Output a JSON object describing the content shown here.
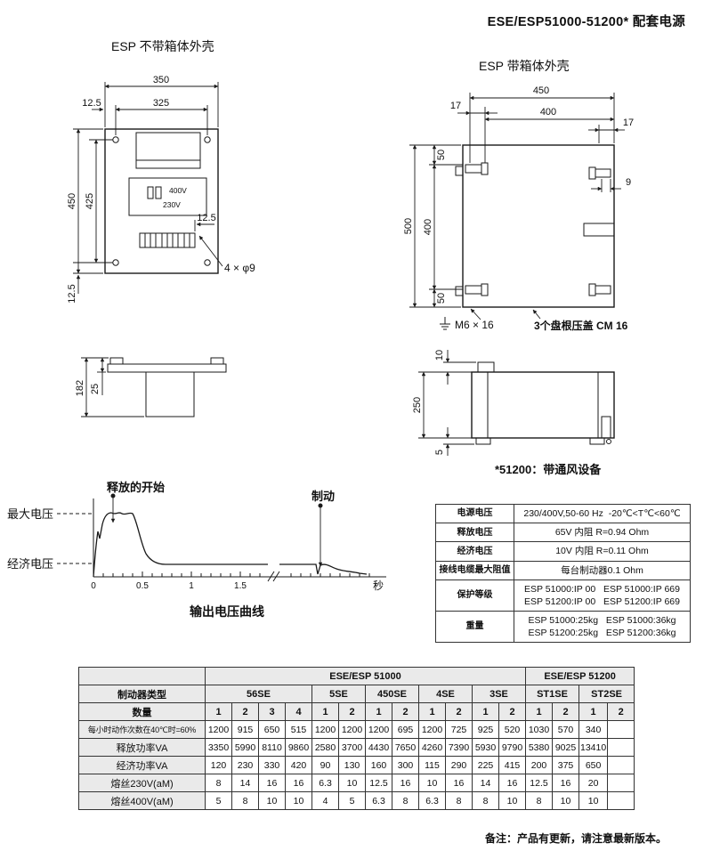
{
  "page": {
    "title": "ESE/ESP51000-51200* 配套电源",
    "footnote": "备注：产品有更新，请注意最新版本。"
  },
  "drawing_no_housing": {
    "title": "ESP 不带箱体外壳",
    "dim_350": "350",
    "dim_325": "325",
    "dim_12_5_top": "12.5",
    "dim_450": "450",
    "dim_425": "425",
    "dim_12_5_bottom": "12.5",
    "dim_12_5_terminal": "12.5",
    "label_holes": "4 × φ9",
    "label_400v": "400V",
    "label_230v": "230V",
    "side_dim_182": "182",
    "side_dim_25": "25"
  },
  "drawing_housing": {
    "title": "ESP 带箱体外壳",
    "dim_450": "450",
    "dim_400_top": "400",
    "dim_17_left": "17",
    "dim_17_right": "17",
    "dim_9": "9",
    "dim_500": "500",
    "dim_400_left": "400",
    "dim_50_top": "50",
    "dim_50_bottom": "50",
    "label_screw": "M6 × 16",
    "label_glands": "3个盘根压盖 CM 16",
    "side_dim_10": "10",
    "side_dim_250": "250",
    "side_dim_5": "5",
    "vent_note": "*51200：带通风设备"
  },
  "curve": {
    "label_release_start": "释放的开始",
    "label_brake": "制动",
    "label_max_voltage": "最大电压",
    "label_econ_voltage": "经济电压",
    "tick_0": "0",
    "tick_05": "0.5",
    "tick_1": "1",
    "tick_15": "1.5",
    "unit_seconds": "秒",
    "title": "输出电压曲线"
  },
  "spec_table": {
    "rows": [
      {
        "label": "电源电压",
        "lines": [
          "230/400V,50-60 Hz  -20℃<T℃<60℃"
        ]
      },
      {
        "label": "释放电压",
        "lines": [
          "65V 内阻 R=0.94 Ohm"
        ]
      },
      {
        "label": "经济电压",
        "lines": [
          "10V 内阻 R=0.11 Ohm"
        ]
      },
      {
        "label": "接线电缆最大阻值",
        "lines": [
          "每台制动器0.1 Ohm"
        ]
      },
      {
        "label": "保护等级",
        "lines": [
          "ESP 51000:IP 00   ESP 51000:IP 669",
          "ESP 51200:IP 00   ESP 51200:IP 669"
        ]
      },
      {
        "label": "重量",
        "lines": [
          "ESP 51000:25kg   ESP 51000:36kg",
          "ESP 51200:25kg   ESP 51200:36kg"
        ]
      }
    ]
  },
  "main_table": {
    "group_headers": [
      {
        "label": "",
        "span": 1
      },
      {
        "label": "ESE/ESP 51000",
        "span": 12
      },
      {
        "label": "ESE/ESP 51200",
        "span": 4
      }
    ],
    "type_row_label": "制动器类型",
    "types": [
      {
        "label": "56SE",
        "span": 4
      },
      {
        "label": "5SE",
        "span": 2
      },
      {
        "label": "450SE",
        "span": 2
      },
      {
        "label": "4SE",
        "span": 2
      },
      {
        "label": "3SE",
        "span": 2
      },
      {
        "label": "ST1SE",
        "span": 2
      },
      {
        "label": "ST2SE",
        "span": 2
      }
    ],
    "qty_row_label": "数量",
    "quantities": [
      "1",
      "2",
      "3",
      "4",
      "1",
      "2",
      "1",
      "2",
      "1",
      "2",
      "1",
      "2",
      "1",
      "2",
      "1",
      "2"
    ],
    "rows": [
      {
        "label": "每小时动作次数在40℃时=60%",
        "values": [
          "1200",
          "915",
          "650",
          "515",
          "1200",
          "1200",
          "1200",
          "695",
          "1200",
          "725",
          "925",
          "520",
          "1030",
          "570",
          "340",
          ""
        ]
      },
      {
        "label": "释放功率VA",
        "values": [
          "3350",
          "5990",
          "8110",
          "9860",
          "2580",
          "3700",
          "4430",
          "7650",
          "4260",
          "7390",
          "5930",
          "9790",
          "5380",
          "9025",
          "13410",
          ""
        ]
      },
      {
        "label": "经济功率VA",
        "values": [
          "120",
          "230",
          "330",
          "420",
          "90",
          "130",
          "160",
          "300",
          "115",
          "290",
          "225",
          "415",
          "200",
          "375",
          "650",
          ""
        ]
      },
      {
        "label": "熔丝230V(aM)",
        "values": [
          "8",
          "14",
          "16",
          "16",
          "6.3",
          "10",
          "12.5",
          "16",
          "10",
          "16",
          "14",
          "16",
          "12.5",
          "16",
          "20",
          ""
        ]
      },
      {
        "label": "熔丝400V(aM)",
        "values": [
          "5",
          "8",
          "10",
          "10",
          "4",
          "5",
          "6.3",
          "8",
          "6.3",
          "8",
          "8",
          "10",
          "8",
          "10",
          "10",
          ""
        ]
      }
    ]
  }
}
